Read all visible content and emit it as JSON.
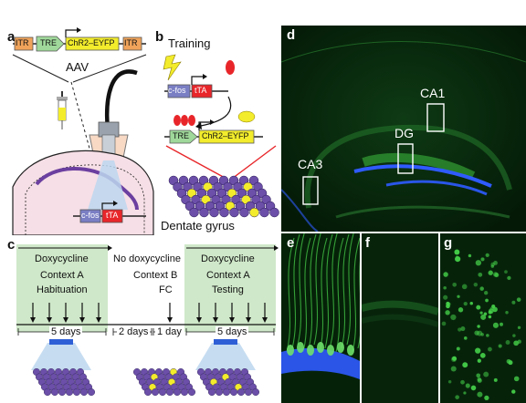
{
  "figure": {
    "panel_a": {
      "label": "a",
      "construct": {
        "itr_left": "ITR",
        "tre": "TRE",
        "gene": "ChR2–EYFP",
        "itr_right": "ITR"
      },
      "vector": "AAV",
      "transgene": {
        "promoter": "c-fos",
        "gene": "tTA"
      }
    },
    "panel_b": {
      "label": "b",
      "training": "Training",
      "cfos_construct": {
        "promoter": "c-fos",
        "gene": "tTA"
      },
      "tre_construct": {
        "promoter": "TRE",
        "gene": "ChR2–EYFP"
      },
      "region": "Dentate gyrus"
    },
    "panel_c": {
      "label": "c",
      "phase1": {
        "drug": "Doxycycline",
        "context": "Context A",
        "task": "Habituation",
        "duration": "5 days"
      },
      "phase2": {
        "drug": "No doxycycline",
        "duration": "2 days"
      },
      "phase3": {
        "context": "Context B",
        "task": "FC",
        "duration": "1 day"
      },
      "phase4": {
        "drug": "Doxycycline",
        "context": "Context A",
        "task": "Testing",
        "duration": "5 days"
      }
    },
    "panel_d": {
      "label": "d",
      "regions": {
        "ca1": "CA1",
        "dg": "DG",
        "ca3": "CA3"
      }
    },
    "panel_e": {
      "label": "e"
    },
    "panel_f": {
      "label": "f"
    },
    "panel_g": {
      "label": "g"
    },
    "colors": {
      "eyfp_green": "#39c43a",
      "dapi_blue": "#2f5bff",
      "dox_box": "#cfe8c9",
      "tre_green": "#9fd89a",
      "tta_red": "#e8262a",
      "cfos_blue": "#7a7fc4",
      "chr2_yellow": "#f2ec2c",
      "neuron_purple": "#6b4fa8"
    }
  }
}
